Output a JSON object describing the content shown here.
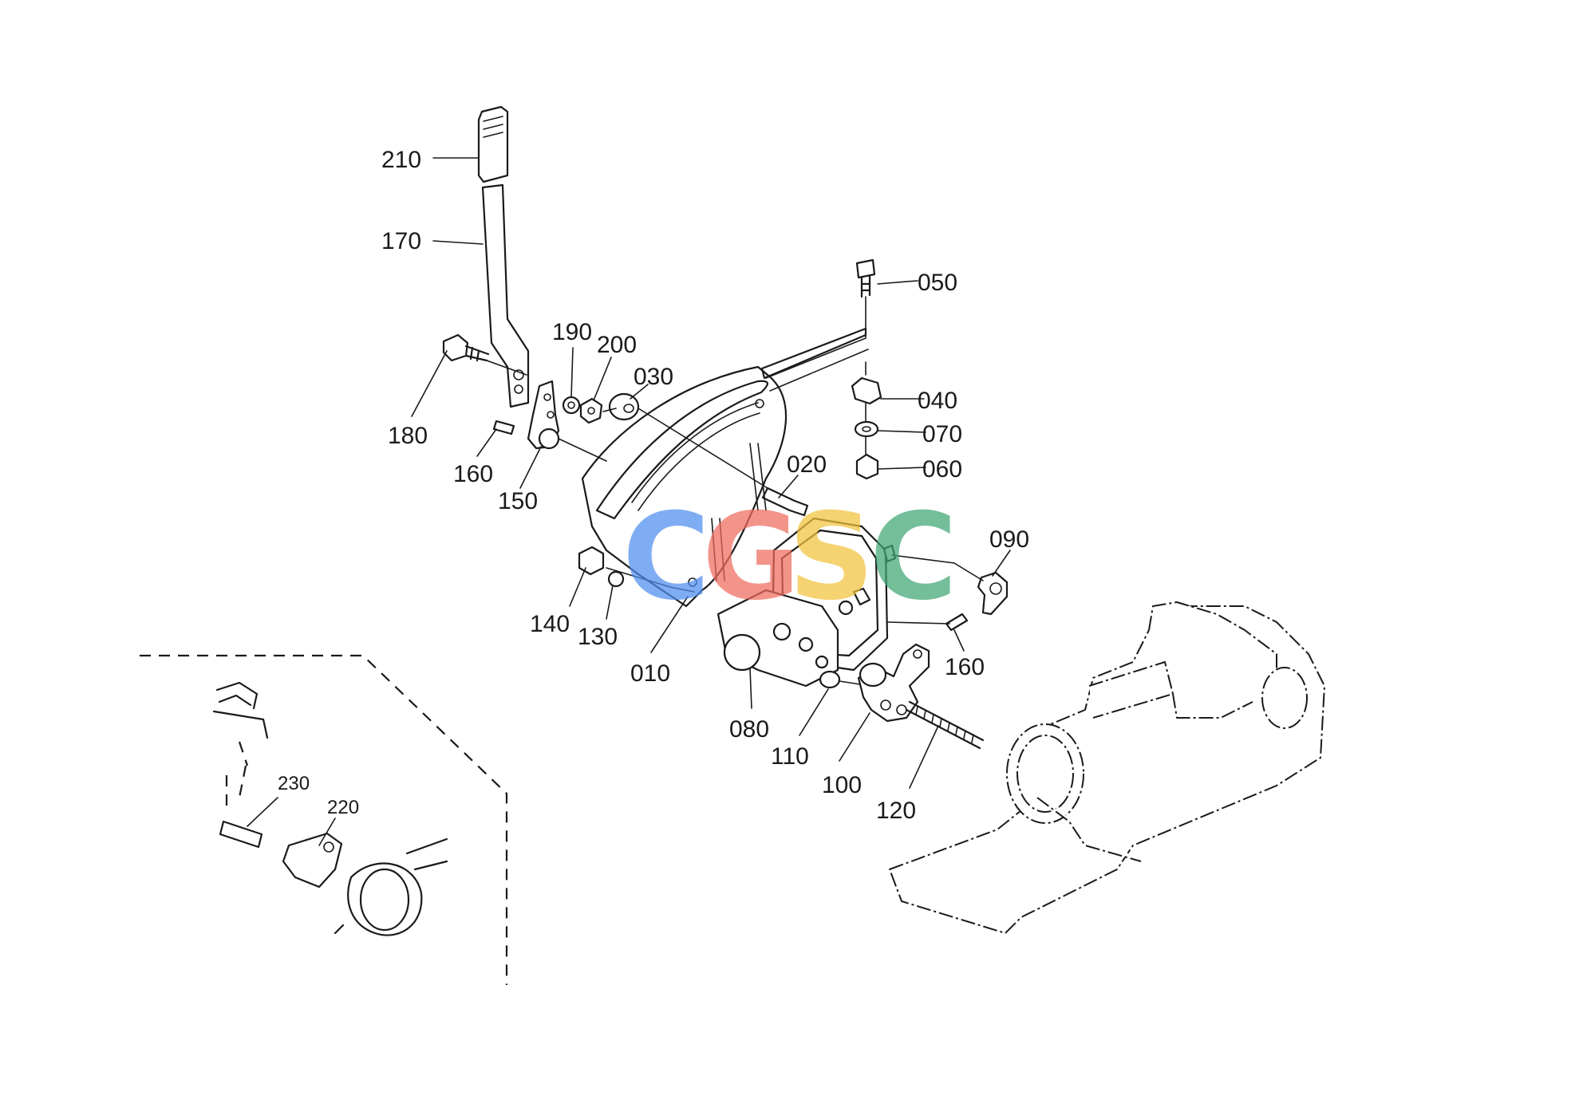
{
  "labels": [
    {
      "id": "210",
      "text": "210"
    },
    {
      "id": "170",
      "text": "170"
    },
    {
      "id": "050",
      "text": "050"
    },
    {
      "id": "180",
      "text": "180"
    },
    {
      "id": "190",
      "text": "190"
    },
    {
      "id": "200",
      "text": "200"
    },
    {
      "id": "030",
      "text": "030"
    },
    {
      "id": "040",
      "text": "040"
    },
    {
      "id": "070",
      "text": "070"
    },
    {
      "id": "060",
      "text": "060"
    },
    {
      "id": "160a",
      "text": "160"
    },
    {
      "id": "150",
      "text": "150"
    },
    {
      "id": "020",
      "text": "020"
    },
    {
      "id": "090",
      "text": "090"
    },
    {
      "id": "140",
      "text": "140"
    },
    {
      "id": "130",
      "text": "130"
    },
    {
      "id": "010",
      "text": "010"
    },
    {
      "id": "160b",
      "text": "160"
    },
    {
      "id": "080",
      "text": "080"
    },
    {
      "id": "110",
      "text": "110"
    },
    {
      "id": "100",
      "text": "100"
    },
    {
      "id": "120",
      "text": "120"
    },
    {
      "id": "230",
      "text": "230"
    },
    {
      "id": "220",
      "text": "220"
    }
  ],
  "watermark": {
    "letters": [
      {
        "text": "C",
        "color": "#4f8ef0"
      },
      {
        "text": "G",
        "color": "#ef6b5f"
      },
      {
        "text": "S",
        "color": "#f2c33b"
      },
      {
        "text": "C",
        "color": "#3fa673"
      }
    ]
  }
}
